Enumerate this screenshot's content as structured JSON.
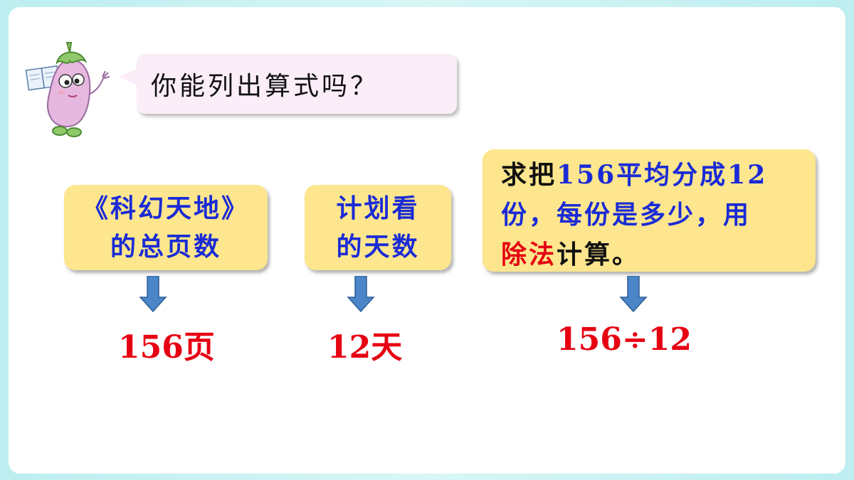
{
  "speech": {
    "text": "你能列出算式吗？"
  },
  "boxes": {
    "book_pages": {
      "line1": "《科幻天地》",
      "line2": "的总页数"
    },
    "planned_days": {
      "line1": "计划看",
      "line2": "的天数"
    },
    "explanation": {
      "p1": "求把",
      "p2": "156",
      "p3": "平均分成",
      "p4": "12",
      "p5": "份，每份是多少，用",
      "p6": "除法",
      "p7": "计算。"
    }
  },
  "results": {
    "pages": "156页",
    "days": "12天",
    "expression": "156÷12"
  },
  "colors": {
    "box_fill": "#fde68d",
    "blue_text": "#1a2bd6",
    "red_text": "#e60012",
    "arrow": "#4a86c8",
    "speech_fill": "#fbeef8"
  },
  "icons": {
    "mascot": "eggplant-character-icon",
    "arrow": "arrow-down-icon"
  }
}
